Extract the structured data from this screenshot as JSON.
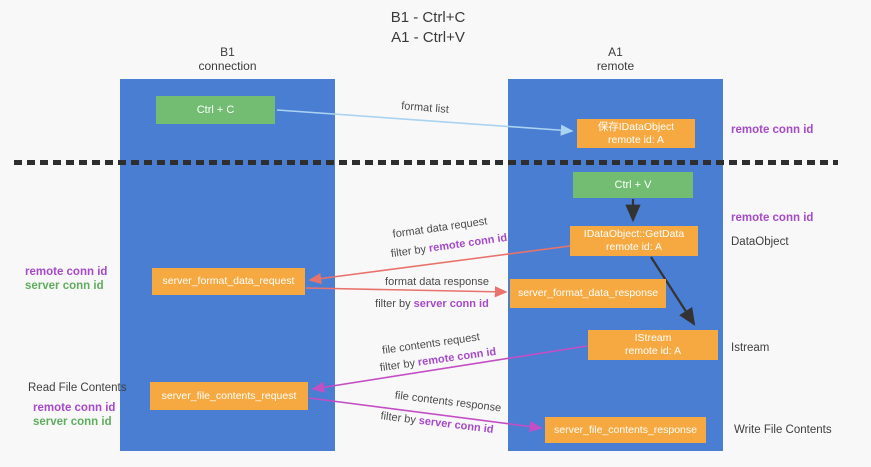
{
  "title": {
    "line1": "B1 - Ctrl+C",
    "line2": "A1 - Ctrl+V"
  },
  "lanes": {
    "b1": {
      "header_line1": "B1",
      "header_line2": "connection"
    },
    "a1": {
      "header_line1": "A1",
      "header_line2": "remote"
    }
  },
  "nodes": {
    "ctrl_c": {
      "label": "Ctrl + C"
    },
    "save_idataobject": {
      "line1": "保存IDataObject",
      "line2": "remote id: A"
    },
    "ctrl_v": {
      "label": "Ctrl + V"
    },
    "getdata": {
      "line1": "IDataObject::GetData",
      "line2": "remote id: A"
    },
    "format_request": {
      "label": "server_format_data_request"
    },
    "format_response": {
      "label": "server_format_data_response"
    },
    "istream": {
      "line1": "IStream",
      "line2": "remote id: A"
    },
    "file_request": {
      "label": "server_file_contents_request"
    },
    "file_response": {
      "label": "server_file_contents_response"
    }
  },
  "arrow_labels": {
    "format_list": "format list",
    "format_request": "format data request",
    "format_request_filter_prefix": "filter by",
    "format_request_filter_key": "remote conn id",
    "format_response": "format data response",
    "format_response_filter_prefix": "filter by",
    "format_response_filter_key": "server conn id",
    "file_request": "file contents request",
    "file_request_filter_prefix": "filter by",
    "file_request_filter_key": "remote conn id",
    "file_response": "file contents response",
    "file_response_filter_prefix": "filter by",
    "file_response_filter_key": "server conn id"
  },
  "margin_labels": {
    "right_remote_conn_top": "remote conn id",
    "right_remote_conn_mid": "remote conn id",
    "right_dataobject": "DataObject",
    "right_istream": "Istream",
    "right_write_file": "Write File Contents",
    "left_remote_conn_format": "remote conn id",
    "left_server_conn_format": "server conn id",
    "left_read_file": "Read File Contents",
    "left_remote_conn_file": "remote conn id",
    "left_server_conn_file": "server conn id"
  },
  "colors": {
    "lane_blue": "#4a7ed2",
    "box_green": "#72bd71",
    "box_orange": "#f7a941",
    "label_purple": "#a64ac9",
    "label_green": "#5fae5f",
    "arrow_light_blue": "#a9d3f0",
    "arrow_red": "#e8736c",
    "arrow_magenta": "#c44fc4",
    "arrow_black": "#333333",
    "dashed_line": "#2e2e2e",
    "background": "#f8f8f8"
  }
}
